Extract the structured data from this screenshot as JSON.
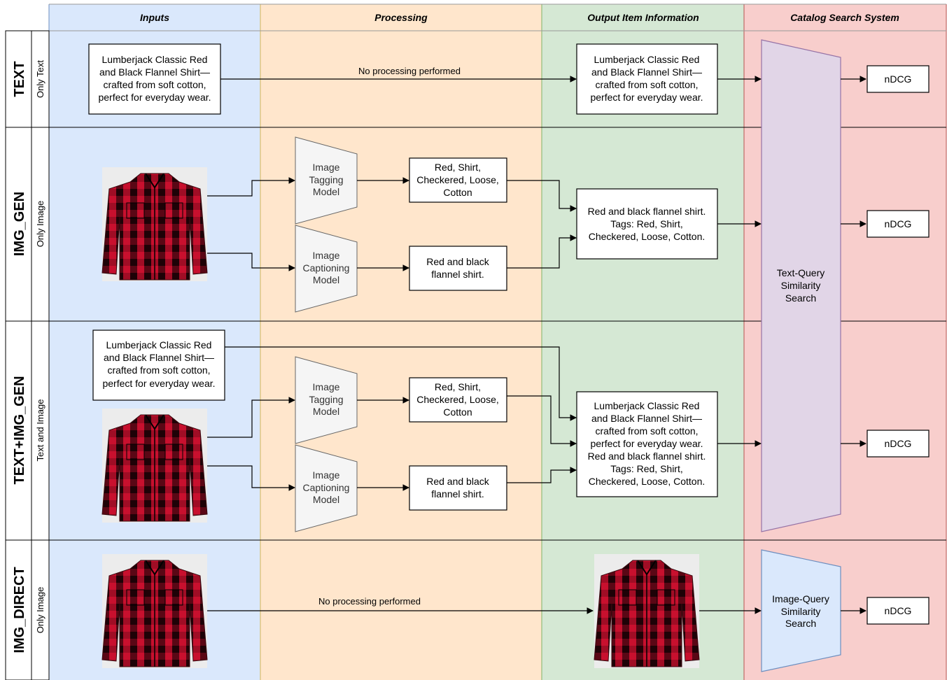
{
  "columns": {
    "inputs": "Inputs",
    "processing": "Processing",
    "output": "Output Item Information",
    "catalog": "Catalog Search System"
  },
  "rows": {
    "text": {
      "title": "TEXT",
      "sub": "Only Text"
    },
    "img_gen": {
      "title": "IMG_GEN",
      "sub": "Only Image"
    },
    "text_img_gen": {
      "title": "TEXT+IMG_GEN",
      "sub": "Text and Image"
    },
    "img_direct": {
      "title": "IMG_DIRECT",
      "sub": "Only Image"
    }
  },
  "text_row": {
    "input_lines": [
      "Lumberjack Classic Red",
      "and Black Flannel Shirt—",
      "crafted from soft cotton,",
      "perfect for everyday wear."
    ],
    "edge_label": "No processing performed",
    "output_lines": [
      "Lumberjack Classic Red",
      "and Black Flannel Shirt—",
      "crafted from soft cotton,",
      "perfect for everyday wear."
    ],
    "metric": "nDCG"
  },
  "img_gen_row": {
    "tagging_model": [
      "Image",
      "Tagging",
      "Model"
    ],
    "captioning_model": [
      "Image",
      "Captioning",
      "Model"
    ],
    "tags_lines": [
      "Red, Shirt,",
      "Checkered, Loose,",
      "Cotton"
    ],
    "caption_lines": [
      "Red and black",
      "flannel shirt."
    ],
    "output_lines": [
      "Red and black flannel shirt.",
      "Tags: Red, Shirt,",
      "Checkered, Loose, Cotton."
    ],
    "metric": "nDCG"
  },
  "text_img_gen_row": {
    "input_lines": [
      "Lumberjack Classic Red",
      "and Black Flannel Shirt—",
      "crafted from soft cotton,",
      "perfect for everyday wear."
    ],
    "tagging_model": [
      "Image",
      "Tagging",
      "Model"
    ],
    "captioning_model": [
      "Image",
      "Captioning",
      "Model"
    ],
    "tags_lines": [
      "Red, Shirt,",
      "Checkered, Loose,",
      "Cotton"
    ],
    "caption_lines": [
      "Red and black",
      "flannel shirt."
    ],
    "output_lines": [
      "Lumberjack Classic Red",
      "and Black Flannel Shirt—",
      "crafted from soft cotton,",
      "perfect for everyday wear.",
      "Red and black flannel shirt.",
      "Tags: Red, Shirt,",
      "Checkered, Loose, Cotton."
    ],
    "metric": "nDCG"
  },
  "img_direct_row": {
    "edge_label": "No processing performed",
    "metric": "nDCG"
  },
  "text_search": [
    "Text-Query",
    "Similarity",
    "Search"
  ],
  "image_search": [
    "Image-Query",
    "Similarity",
    "Search"
  ],
  "colors": {
    "inputs_bg": "#dae8fc",
    "processing_bg": "#ffe6cc",
    "output_bg": "#d5e8d4",
    "catalog_bg": "#f8cecc",
    "inputs_border": "#6c8ebf",
    "processing_border": "#d6b656",
    "output_border": "#82b366",
    "catalog_border": "#b85450",
    "text_search_fill": "#e1d5e7",
    "text_search_stroke": "#9673a6",
    "image_search_fill": "#dae8fc",
    "image_search_stroke": "#6c8ebf",
    "model_fill": "#f5f5f5",
    "model_stroke": "#666666",
    "shirt_red": "#c8102e",
    "shirt_dark": "#1a1a1a"
  }
}
